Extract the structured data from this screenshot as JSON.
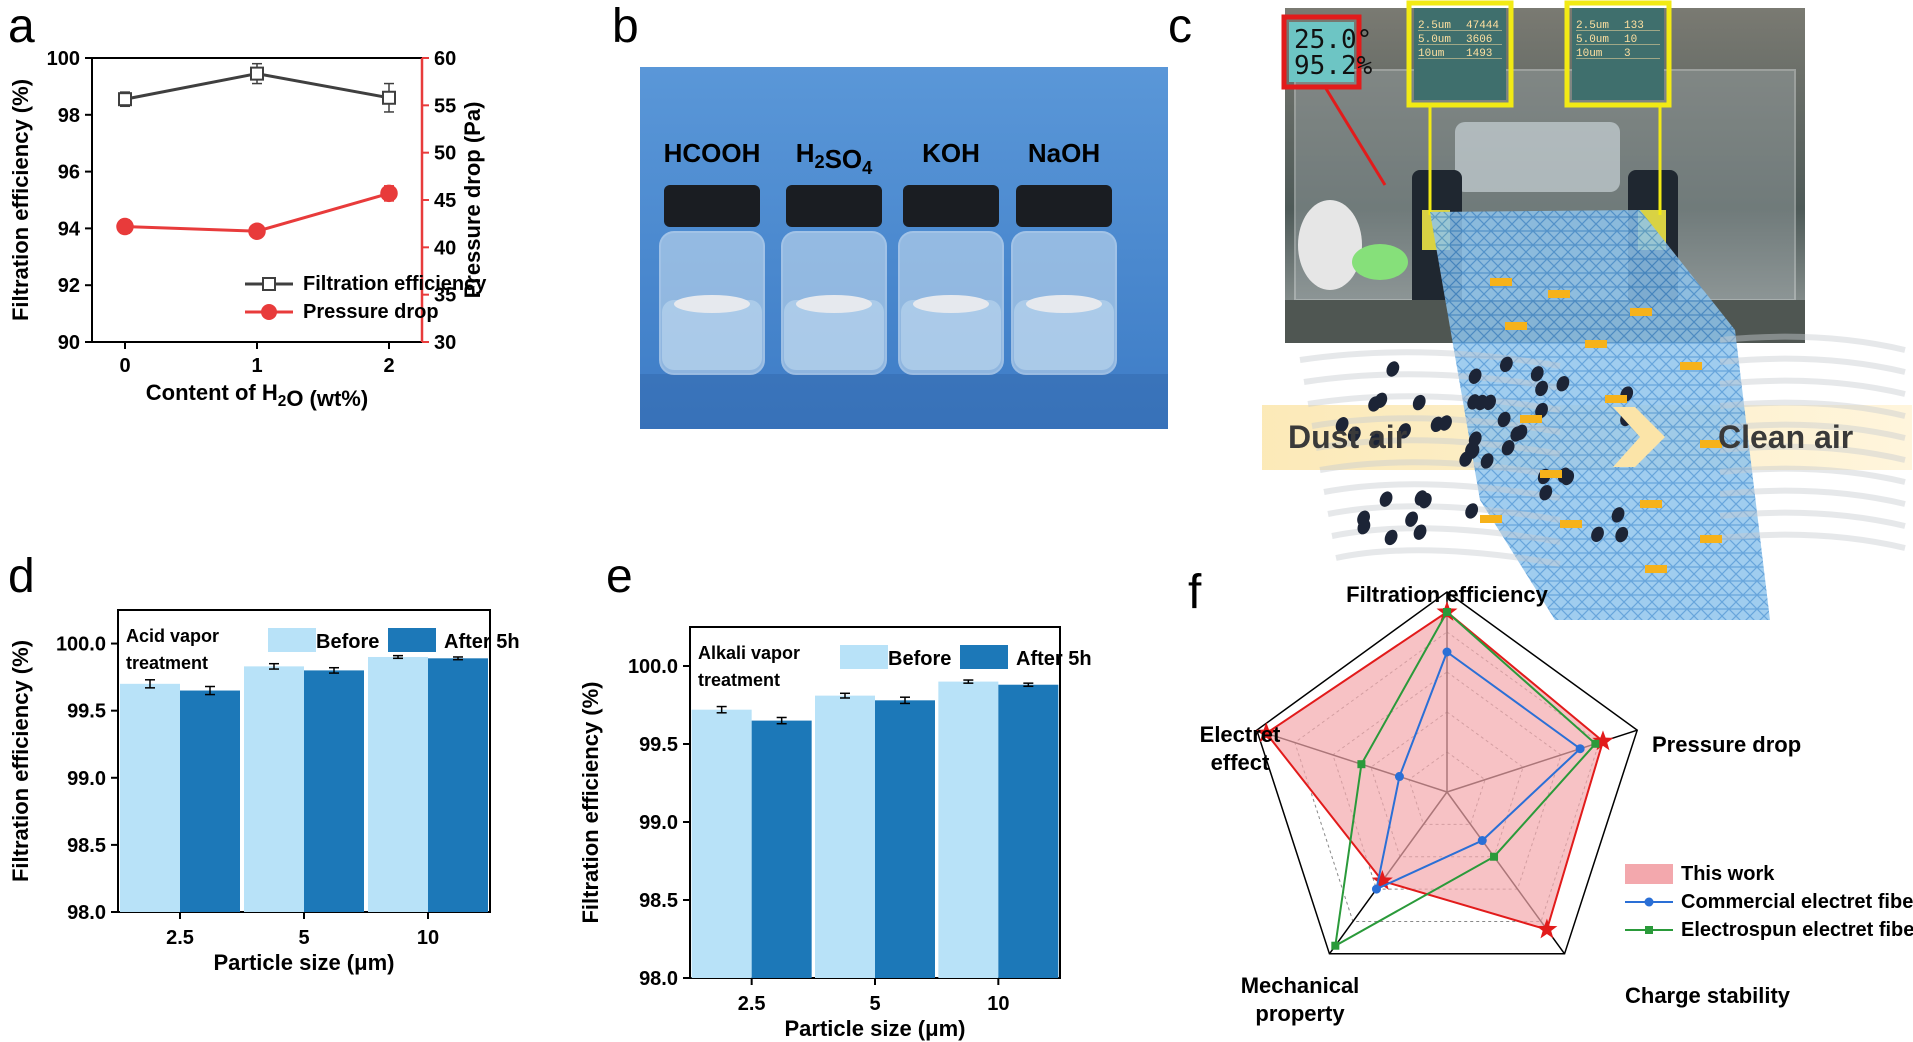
{
  "panel_labels": {
    "a": "a",
    "b": "b",
    "c": "c",
    "d": "d",
    "e": "e",
    "f": "f"
  },
  "colors": {
    "black_series": "#3f3f3f",
    "red_series": "#e83b3b",
    "before_bar": "#b8e2f8",
    "after_bar": "#1c78b8",
    "radar_fill": "#f3a8ad",
    "radar_red": "#e21b1b",
    "radar_blue": "#2a6fd6",
    "radar_green": "#2a9a3a"
  },
  "photo_b": {
    "labels": [
      "HCOOH",
      "H2SO4",
      "KOH",
      "NaOH"
    ]
  },
  "photo_c": {
    "dust_label": "Dust air",
    "clean_label": "Clean air",
    "thermo": [
      "25.0°",
      "95.2%"
    ],
    "meter_left": [
      [
        "2.5um",
        "47444"
      ],
      [
        "5.0um",
        "3606"
      ],
      [
        "10um",
        "1493"
      ]
    ],
    "meter_right": [
      [
        "2.5um",
        "133"
      ],
      [
        "5.0um",
        "10"
      ],
      [
        "10um",
        "3"
      ]
    ]
  },
  "chart_data": [
    {
      "id": "a",
      "type": "line",
      "xlabel": "Content of H2O (wt%)",
      "ylabel": "Filtration efficiency (%)",
      "ylabel_right": "Pressure drop (Pa)",
      "x": [
        0,
        1,
        2
      ],
      "xticks": [
        "0",
        "1",
        "2"
      ],
      "xlim": [
        -0.25,
        2.25
      ],
      "ylim": [
        90,
        100
      ],
      "yticks": [
        "90",
        "92",
        "94",
        "96",
        "98",
        "100"
      ],
      "ylim_right": [
        30,
        60
      ],
      "yticks_right": [
        "30",
        "35",
        "40",
        "45",
        "50",
        "55",
        "60"
      ],
      "series": [
        {
          "name": "Filtration efficiency",
          "axis": "left",
          "values": [
            98.55,
            99.45,
            98.6
          ],
          "err": [
            0.25,
            0.35,
            0.5
          ]
        },
        {
          "name": "Pressure drop",
          "axis": "right",
          "values": [
            42.2,
            41.7,
            45.7
          ],
          "err": [
            0.7,
            0.5,
            0.8
          ]
        }
      ],
      "legend": "bottom-right"
    },
    {
      "id": "d",
      "type": "bar",
      "annotation": [
        "Acid vapor",
        "treatment"
      ],
      "xlabel": "Particle size (μm)",
      "ylabel": "Filtration efficiency (%)",
      "categories": [
        "2.5",
        "5",
        "10"
      ],
      "ylim": [
        98.0,
        100.25
      ],
      "yticks": [
        "98.0",
        "98.5",
        "99.0",
        "99.5",
        "100.0"
      ],
      "series": [
        {
          "name": "Before",
          "values": [
            99.7,
            99.83,
            99.9
          ],
          "err": [
            0.03,
            0.02,
            0.01
          ]
        },
        {
          "name": "After 5h",
          "values": [
            99.65,
            99.8,
            99.89
          ],
          "err": [
            0.03,
            0.02,
            0.01
          ]
        }
      ],
      "legend": "top-right"
    },
    {
      "id": "e",
      "type": "bar",
      "annotation": [
        "Alkali vapor",
        "treatment"
      ],
      "xlabel": "Particle size (μm)",
      "ylabel": "Filtration efficiency (%)",
      "categories": [
        "2.5",
        "5",
        "10"
      ],
      "ylim": [
        98.0,
        100.25
      ],
      "yticks": [
        "98.0",
        "98.5",
        "99.0",
        "99.5",
        "100.0"
      ],
      "series": [
        {
          "name": "Before",
          "values": [
            99.72,
            99.81,
            99.9
          ],
          "err": [
            0.02,
            0.015,
            0.01
          ]
        },
        {
          "name": "After 5h",
          "values": [
            99.65,
            99.78,
            99.88
          ],
          "err": [
            0.02,
            0.02,
            0.01
          ]
        }
      ],
      "legend": "top-right"
    },
    {
      "id": "f",
      "type": "radar",
      "axes": [
        "Filtration efficiency",
        "Pressure drop",
        "Charge stability",
        "Mechanical property",
        "Electret effect"
      ],
      "axis_labels": [
        [
          "Filtration efficiency"
        ],
        [
          "Pressure drop"
        ],
        [
          "Charge stability"
        ],
        [
          "Mechanical",
          "property"
        ],
        [
          "Electret",
          "effect"
        ]
      ],
      "series": [
        {
          "name": "This work",
          "style": "area",
          "values": [
            0.9,
            0.82,
            0.85,
            0.55,
            0.95
          ]
        },
        {
          "name": "Commercial electret fibers",
          "style": "line",
          "values": [
            0.7,
            0.7,
            0.3,
            0.6,
            0.25
          ]
        },
        {
          "name": "Electrospun electret fibers",
          "style": "line",
          "values": [
            0.9,
            0.78,
            0.4,
            0.95,
            0.45
          ]
        }
      ],
      "legend": "bottom-right"
    }
  ]
}
